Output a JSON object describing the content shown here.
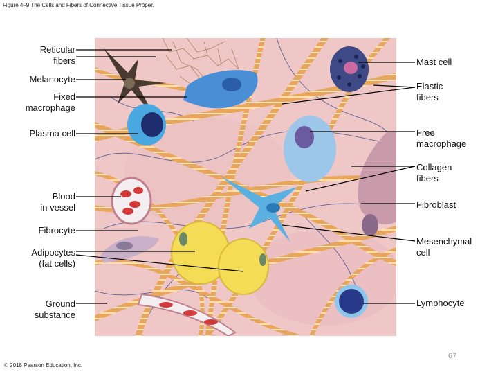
{
  "figure_caption": "Figure 4–9 The Cells and Fibers of Connective Tissue Proper.",
  "left_labels": [
    {
      "id": "reticular",
      "lines": [
        "Reticular",
        "fibers"
      ]
    },
    {
      "id": "melanocyte",
      "lines": [
        "Melanocyte"
      ]
    },
    {
      "id": "fixed-macrophage",
      "lines": [
        "Fixed",
        "macrophage"
      ]
    },
    {
      "id": "plasma-cell",
      "lines": [
        "Plasma cell"
      ]
    },
    {
      "id": "blood-vessel",
      "lines": [
        "Blood",
        "in vessel"
      ]
    },
    {
      "id": "fibrocyte",
      "lines": [
        "Fibrocyte"
      ]
    },
    {
      "id": "adipocytes",
      "lines": [
        "Adipocytes",
        "(fat cells)"
      ]
    },
    {
      "id": "ground-substance",
      "lines": [
        "Ground",
        "substance"
      ]
    }
  ],
  "right_labels": [
    {
      "id": "mast-cell",
      "lines": [
        "Mast cell"
      ]
    },
    {
      "id": "elastic",
      "lines": [
        "Elastic",
        "fibers"
      ]
    },
    {
      "id": "free-macrophage",
      "lines": [
        "Free",
        "macrophage"
      ]
    },
    {
      "id": "collagen",
      "lines": [
        "Collagen",
        "fibers"
      ]
    },
    {
      "id": "fibroblast",
      "lines": [
        "Fibroblast"
      ]
    },
    {
      "id": "mesenchymal",
      "lines": [
        "Mesenchymal",
        "cell"
      ]
    },
    {
      "id": "lymphocyte",
      "lines": [
        "Lymphocyte"
      ]
    }
  ],
  "page_number": "67",
  "copyright": "© 2018 Pearson Education, Inc.",
  "colors": {
    "tissue_background": "#efc7c6",
    "collagen_fiber": "#e8a65c",
    "elastic_fiber": "#3a4a8a",
    "melanocyte": "#4a3b30",
    "macrophage_blue": "#4a8fd6",
    "adipocyte_yellow": "#f4dc56",
    "blood_red": "#d23a3a"
  }
}
